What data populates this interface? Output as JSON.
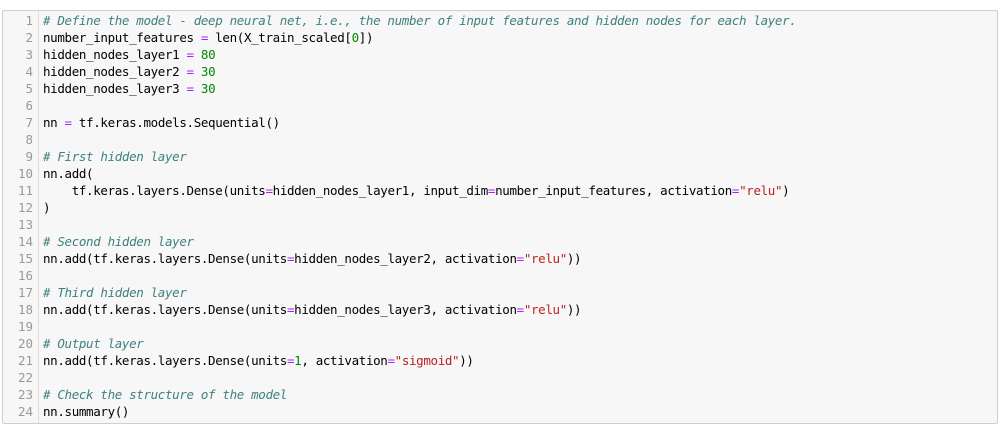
{
  "editor": {
    "language": "python",
    "colors": {
      "background": "#f7f7f7",
      "comment": "#408080",
      "operator": "#aa22ff",
      "number": "#008800",
      "string": "#ba2121",
      "line_number": "#999999"
    },
    "line_numbers": [
      "1",
      "2",
      "3",
      "4",
      "5",
      "6",
      "7",
      "8",
      "9",
      "10",
      "11",
      "12",
      "13",
      "14",
      "15",
      "16",
      "17",
      "18",
      "19",
      "20",
      "21",
      "22",
      "23",
      "24"
    ],
    "lines": [
      {
        "tokens": [
          {
            "t": "comment",
            "v": "# Define the model - deep neural net, i.e., the number of input features and hidden nodes for each layer."
          }
        ]
      },
      {
        "tokens": [
          {
            "t": "variable",
            "v": "number_input_features "
          },
          {
            "t": "operator",
            "v": "="
          },
          {
            "t": "variable",
            "v": " len(X_train_scaled["
          },
          {
            "t": "number",
            "v": "0"
          },
          {
            "t": "variable",
            "v": "])"
          }
        ]
      },
      {
        "tokens": [
          {
            "t": "variable",
            "v": "hidden_nodes_layer1 "
          },
          {
            "t": "operator",
            "v": "="
          },
          {
            "t": "variable",
            "v": " "
          },
          {
            "t": "number",
            "v": "80"
          }
        ]
      },
      {
        "tokens": [
          {
            "t": "variable",
            "v": "hidden_nodes_layer2 "
          },
          {
            "t": "operator",
            "v": "="
          },
          {
            "t": "variable",
            "v": " "
          },
          {
            "t": "number",
            "v": "30"
          }
        ]
      },
      {
        "tokens": [
          {
            "t": "variable",
            "v": "hidden_nodes_layer3 "
          },
          {
            "t": "operator",
            "v": "="
          },
          {
            "t": "variable",
            "v": " "
          },
          {
            "t": "number",
            "v": "30"
          }
        ]
      },
      {
        "tokens": []
      },
      {
        "tokens": [
          {
            "t": "variable",
            "v": "nn "
          },
          {
            "t": "operator",
            "v": "="
          },
          {
            "t": "variable",
            "v": " tf.keras.models.Sequential()"
          }
        ]
      },
      {
        "tokens": []
      },
      {
        "tokens": [
          {
            "t": "comment",
            "v": "# First hidden layer"
          }
        ]
      },
      {
        "tokens": [
          {
            "t": "variable",
            "v": "nn.add("
          }
        ]
      },
      {
        "tokens": [
          {
            "t": "variable",
            "v": "    tf.keras.layers.Dense(units"
          },
          {
            "t": "operator",
            "v": "="
          },
          {
            "t": "variable",
            "v": "hidden_nodes_layer1, input_dim"
          },
          {
            "t": "operator",
            "v": "="
          },
          {
            "t": "variable",
            "v": "number_input_features, activation"
          },
          {
            "t": "operator",
            "v": "="
          },
          {
            "t": "string",
            "v": "\"relu\""
          },
          {
            "t": "variable",
            "v": ")"
          }
        ]
      },
      {
        "tokens": [
          {
            "t": "variable",
            "v": ")"
          }
        ]
      },
      {
        "tokens": []
      },
      {
        "tokens": [
          {
            "t": "comment",
            "v": "# Second hidden layer"
          }
        ]
      },
      {
        "tokens": [
          {
            "t": "variable",
            "v": "nn.add(tf.keras.layers.Dense(units"
          },
          {
            "t": "operator",
            "v": "="
          },
          {
            "t": "variable",
            "v": "hidden_nodes_layer2, activation"
          },
          {
            "t": "operator",
            "v": "="
          },
          {
            "t": "string",
            "v": "\"relu\""
          },
          {
            "t": "variable",
            "v": "))"
          }
        ]
      },
      {
        "tokens": []
      },
      {
        "tokens": [
          {
            "t": "comment",
            "v": "# Third hidden layer"
          }
        ]
      },
      {
        "tokens": [
          {
            "t": "variable",
            "v": "nn.add(tf.keras.layers.Dense(units"
          },
          {
            "t": "operator",
            "v": "="
          },
          {
            "t": "variable",
            "v": "hidden_nodes_layer3, activation"
          },
          {
            "t": "operator",
            "v": "="
          },
          {
            "t": "string",
            "v": "\"relu\""
          },
          {
            "t": "variable",
            "v": "))"
          }
        ]
      },
      {
        "tokens": []
      },
      {
        "tokens": [
          {
            "t": "comment",
            "v": "# Output layer"
          }
        ]
      },
      {
        "tokens": [
          {
            "t": "variable",
            "v": "nn.add(tf.keras.layers.Dense(units"
          },
          {
            "t": "operator",
            "v": "="
          },
          {
            "t": "number",
            "v": "1"
          },
          {
            "t": "variable",
            "v": ", activation"
          },
          {
            "t": "operator",
            "v": "="
          },
          {
            "t": "string",
            "v": "\"sigmoid\""
          },
          {
            "t": "variable",
            "v": "))"
          }
        ]
      },
      {
        "tokens": []
      },
      {
        "tokens": [
          {
            "t": "comment",
            "v": "# Check the structure of the model"
          }
        ]
      },
      {
        "tokens": [
          {
            "t": "variable",
            "v": "nn.summary()"
          }
        ]
      }
    ]
  }
}
